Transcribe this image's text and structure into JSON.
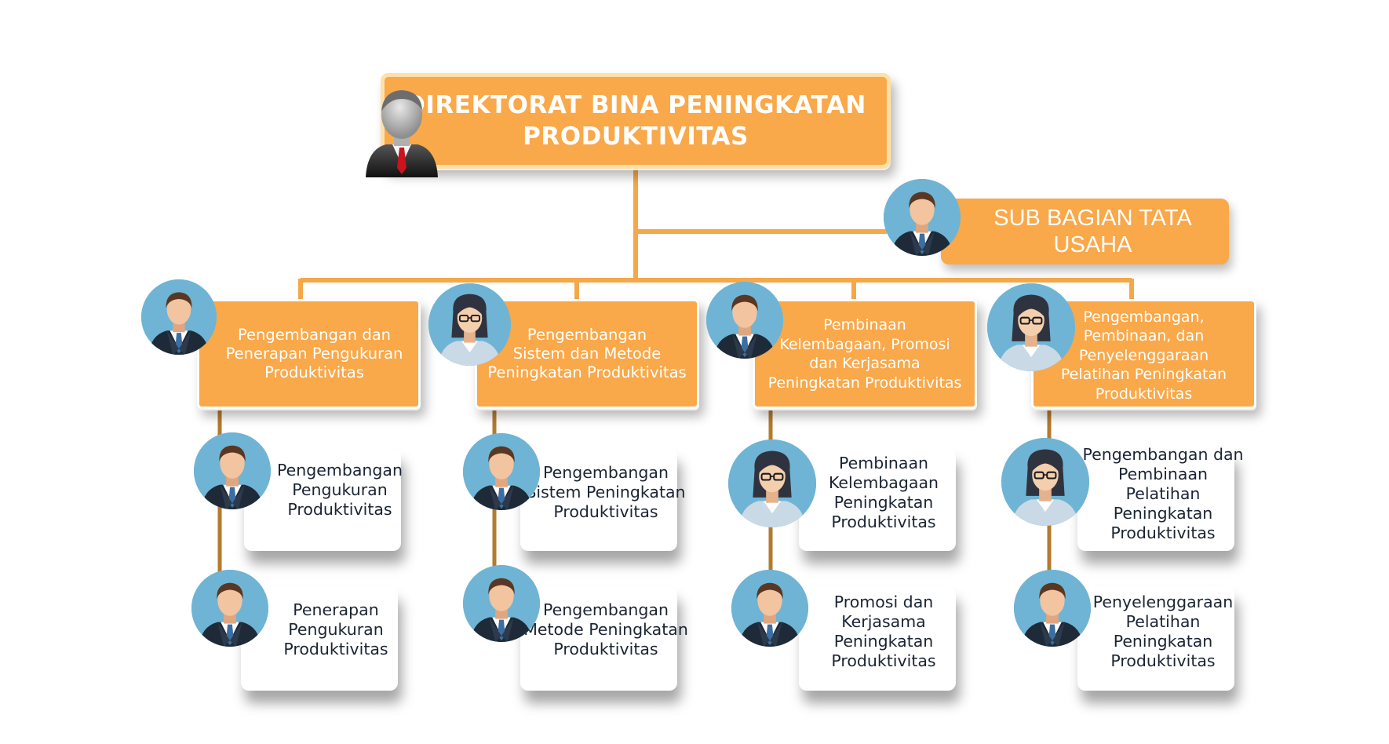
{
  "director": {
    "title": "DIREKTORAT BINA PENINGKATAN\nPRODUKTIVITAS"
  },
  "sub_bagian": {
    "title": "SUB BAGIAN TATA\nUSAHA"
  },
  "divisions": [
    {
      "title": "Pengembangan dan\nPenerapan Pengukuran\nProduktivitas",
      "avatar": "male-avatar-icon",
      "sections": [
        {
          "title": "Pengembangan\nPengukuran\nProduktivitas",
          "avatar": "male-avatar-icon"
        },
        {
          "title": "Penerapan\nPengukuran\nProduktivitas",
          "avatar": "male-avatar-icon"
        }
      ]
    },
    {
      "title": "Pengembangan\nSistem dan Metode\nPeningkatan Produktivitas",
      "avatar": "female-avatar-icon",
      "sections": [
        {
          "title": "Pengembangan\nSistem Peningkatan\nProduktivitas",
          "avatar": "male-avatar-icon"
        },
        {
          "title": "Pengembangan\nMetode Peningkatan\nProduktivitas",
          "avatar": "male-avatar-icon"
        }
      ]
    },
    {
      "title": "Pembinaan\nKelembagaan, Promosi\ndan  Kerjasama\nPeningkatan Produktivitas",
      "avatar": "male-avatar-icon",
      "sections": [
        {
          "title": "Pembinaan\nKelembagaan\nPeningkatan\nProduktivitas",
          "avatar": "female-avatar-icon"
        },
        {
          "title": "Promosi dan\nKerjasama\nPeningkatan\nProduktivitas",
          "avatar": "male-avatar-icon"
        }
      ]
    },
    {
      "title": "Pengembangan,\nPembinaan, dan\nPenyelenggaraan\nPelatihan Peningkatan\nProduktivitas",
      "avatar": "female-avatar-icon",
      "sections": [
        {
          "title": "Pengembangan dan\nPembinaan\nPelatihan\nPeningkatan\nProduktivitas",
          "avatar": "female-avatar-icon"
        },
        {
          "title": "Penyelenggaraan\nPelatihan\nPeningkatan\nProduktivitas",
          "avatar": "male-avatar-icon"
        }
      ]
    }
  ],
  "colors": {
    "box_orange": "#f9a84a",
    "connector_orange": "#f5a84a",
    "connector_brown": "#b57a2e",
    "avatar_blue": "#6fb4d4",
    "text_dark": "#1b2433"
  }
}
